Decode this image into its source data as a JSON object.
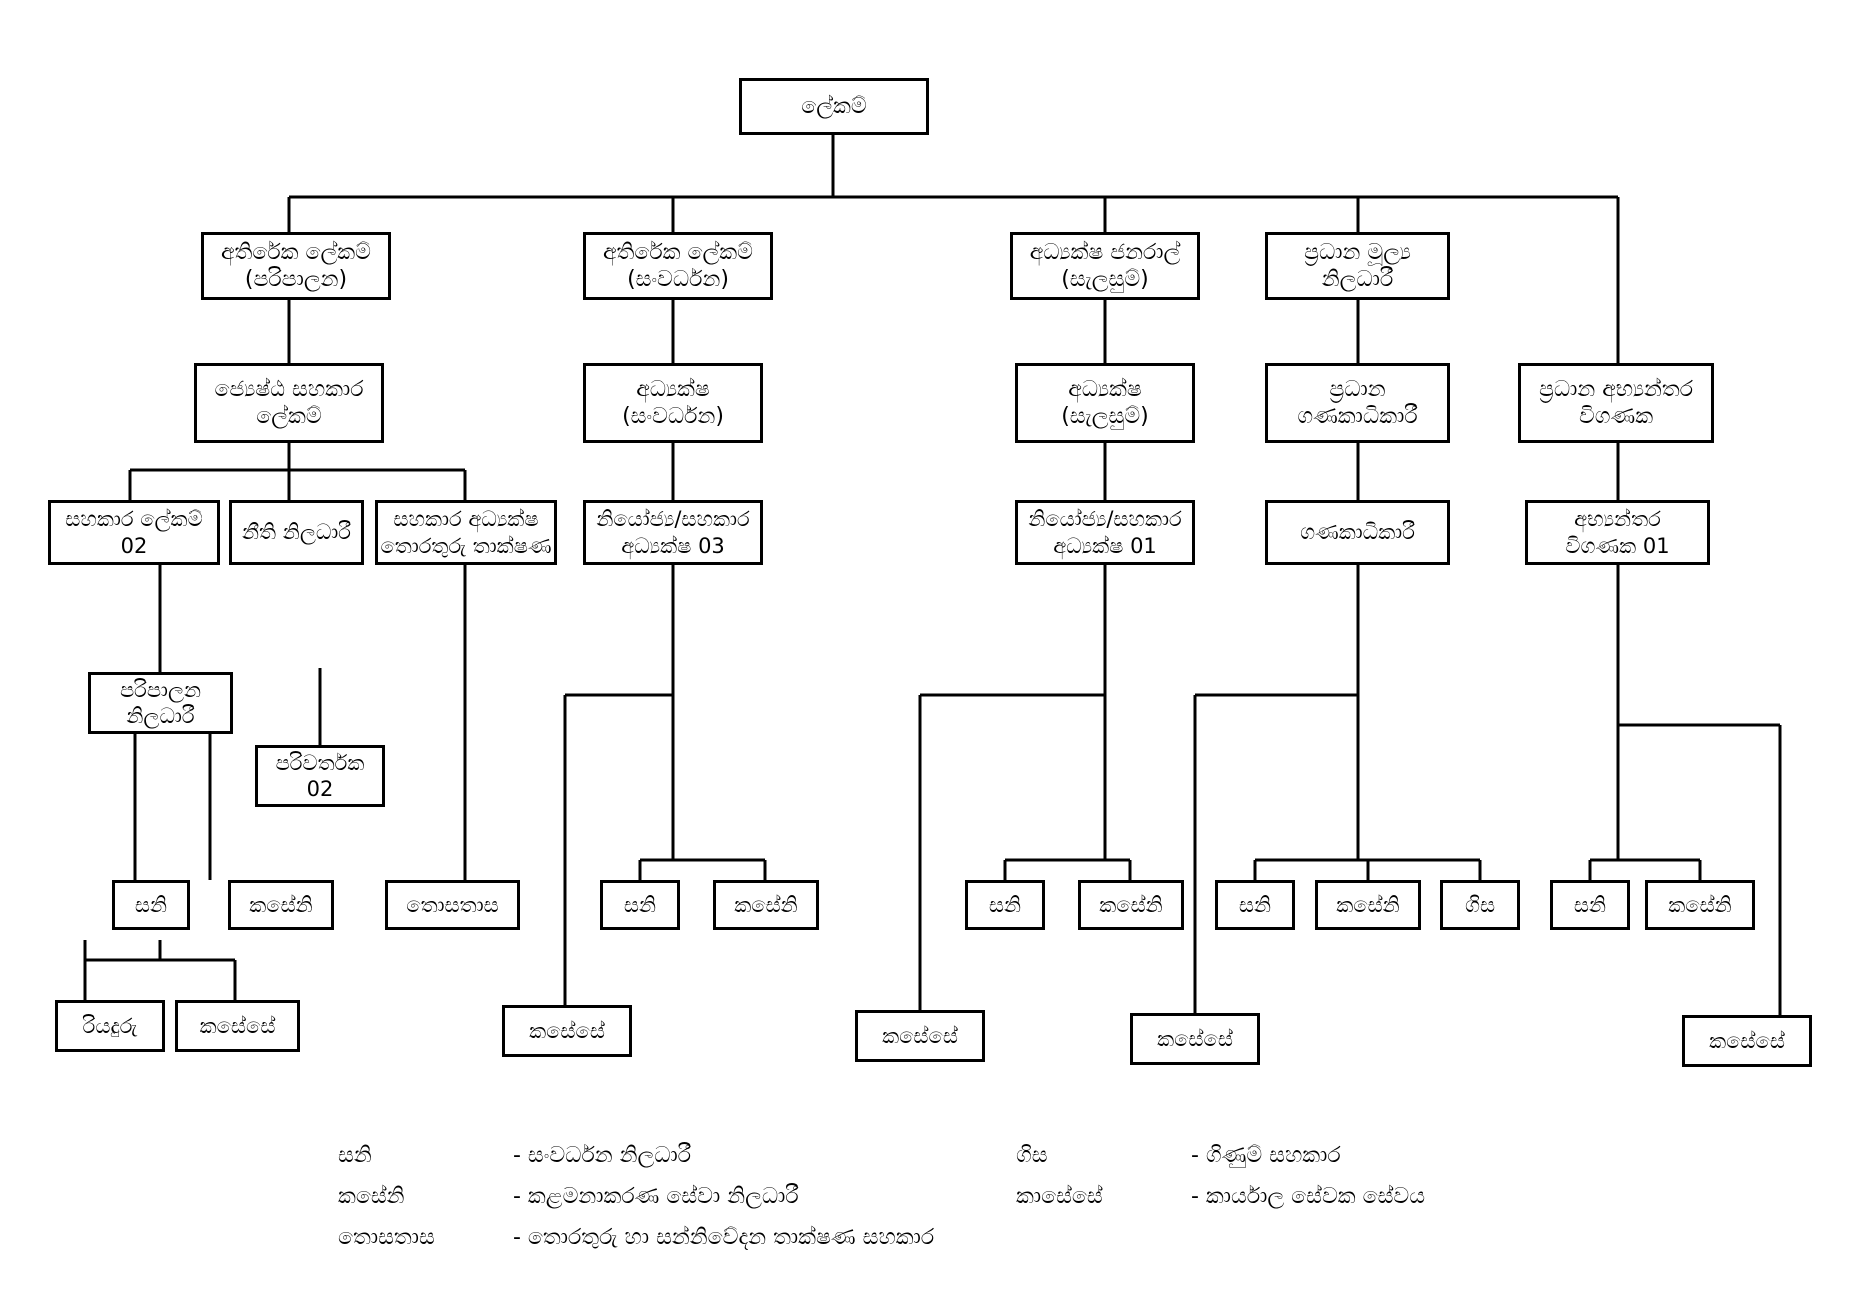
{
  "meta": {
    "title": "ලේකම්",
    "language": "Sinhala",
    "diagram_type": "organization-chart",
    "background_color": "#ffffff",
    "line_color": "#000000",
    "text_color": "#000000"
  },
  "nodes": {
    "secretary": {
      "line1": "ලේකම්"
    },
    "addl_sec_admin": {
      "line1": "අතිරේක ලේකම්",
      "line2": "(පරිපාලන)"
    },
    "addl_sec_dev": {
      "line1": "අතිරේක ලේකම්",
      "line2": "(සංවර්ධන)"
    },
    "dir_general_planning": {
      "line1": "අධ්‍යක්ෂ ජනරාල්",
      "line2": "(සැලසුම්)"
    },
    "chief_financial_officer": {
      "line1": "ප්‍රධාන මූල්‍ය",
      "line2": "නිලධාරී"
    },
    "senior_asst_sec": {
      "line1": "ජ්‍යෙෂ්ඨ සහකාර",
      "line2": "ලේකම්"
    },
    "director_dev": {
      "line1": "අධ්‍යක්ෂ",
      "line2": "(සංවර්ධන)"
    },
    "director_planning": {
      "line1": "අධ්‍යක්ෂ",
      "line2": "(සැලසුම්)"
    },
    "chief_accountant": {
      "line1": "ප්‍රධාන",
      "line2": "ගණකාධිකාරී"
    },
    "chief_internal_auditor": {
      "line1": "ප්‍රධාන අභ්‍යන්තර",
      "line2": "විගණක"
    },
    "asst_secretary": {
      "line1": "සහකාර ලේකම්",
      "line2": "02"
    },
    "legal_officer": {
      "line1": "නීති නිලධාරී"
    },
    "asst_dir_it": {
      "line1": "සහකාර අධ්‍යක්ෂ",
      "line2": "තොරතුරු තාක්ෂණ"
    },
    "deputy_asst_dir_03": {
      "line1": "නියෝජ්‍ය/සහකාර",
      "line2": "අධ්‍යක්ෂ 03"
    },
    "deputy_asst_dir_01": {
      "line1": "නියෝජ්‍ය/සහකාර",
      "line2": "අධ්‍යක්ෂ 01"
    },
    "accountant": {
      "line1": "ගණකාධිකාරී"
    },
    "internal_auditor_01": {
      "line1": "අභ්‍යන්තර",
      "line2": "විගණක 01"
    },
    "admin_officer": {
      "line1": "පරිපාලන",
      "line2": "නිලධාරී"
    },
    "translator": {
      "line1": "පරිවර්තක",
      "line2": "02"
    },
    "sani_a": {
      "line1": "සනි"
    },
    "kaseni_a": {
      "line1": "කසේනි"
    },
    "thosathasa": {
      "line1": "තොසතාස"
    },
    "sani_b": {
      "line1": "සනි"
    },
    "kaseni_b": {
      "line1": "කසේනි"
    },
    "sani_c": {
      "line1": "සනි"
    },
    "kaseni_c": {
      "line1": "කසේනි"
    },
    "sani_d": {
      "line1": "සනි"
    },
    "kaseni_d": {
      "line1": "කසේනි"
    },
    "gisa": {
      "line1": "ගිස"
    },
    "sani_e": {
      "line1": "සනි"
    },
    "kaseni_e": {
      "line1": "කසේනි"
    },
    "driver": {
      "line1": "රියදුරු"
    },
    "kasese_a": {
      "line1": "කසේසේ"
    },
    "kasese_b": {
      "line1": "කසේසේ"
    },
    "kasese_c": {
      "line1": "කසේසේ"
    },
    "kasese_d": {
      "line1": "කසේසේ"
    },
    "kasese_e": {
      "line1": "කසේසේ"
    }
  },
  "legend": {
    "left": [
      {
        "abbr": "සනි",
        "expansion": "- සංවර්ධන නිලධාරී"
      },
      {
        "abbr": "කසේනි",
        "expansion": "- කළමනාකරණ සේවා නිලධාරී"
      },
      {
        "abbr": "තොසතාස",
        "expansion": "- තොරතුරු හා සන්නිවේදන තාක්ෂණ සහකාර"
      }
    ],
    "right": [
      {
        "abbr": "ගිස",
        "expansion": "- ගිණුම් සහකාර"
      },
      {
        "abbr": "කාසේසේ",
        "expansion": "- කාර්යාල සේවක සේවය"
      }
    ]
  }
}
